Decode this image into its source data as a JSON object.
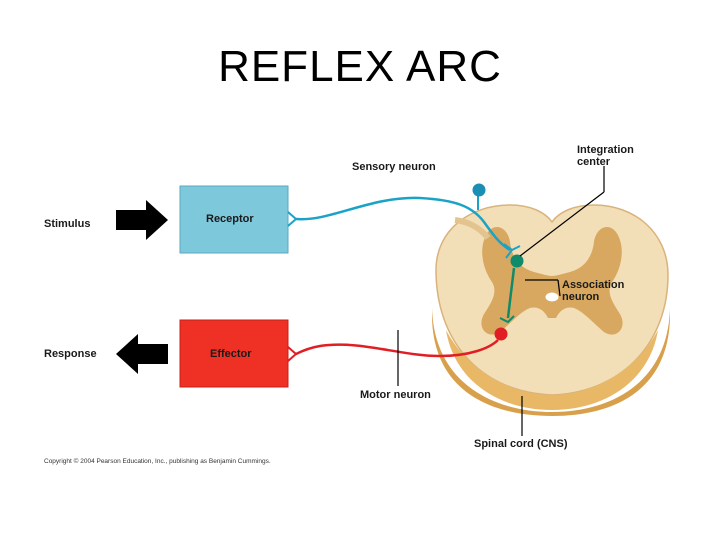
{
  "title": "REFLEX ARC",
  "labels": {
    "stimulus": "Stimulus",
    "response": "Response",
    "receptor": "Receptor",
    "effector": "Effector",
    "sensory_neuron": "Sensory neuron",
    "motor_neuron": "Motor neuron",
    "integration_center_line1": "Integration",
    "integration_center_line2": "center",
    "association_neuron_line1": "Association",
    "association_neuron_line2": "neuron",
    "spinal_cord": "Spinal cord (CNS)"
  },
  "copyright": "Copyright © 2004 Pearson Education, Inc., publishing as Benjamin Cummings.",
  "colors": {
    "receptor_box": "#7ec8dc",
    "effector_box": "#ee3124",
    "sensory_neuron": "#1aa2c7",
    "association_neuron": "#0f8a6a",
    "motor_neuron": "#e01e24",
    "white_matter": "#f3dfb7",
    "gray_matter": "#d8a860",
    "cord_outer": "#e8b866"
  },
  "icons": {
    "stimulus_arrow": "right-arrow-icon",
    "response_arrow": "left-arrow-icon"
  }
}
